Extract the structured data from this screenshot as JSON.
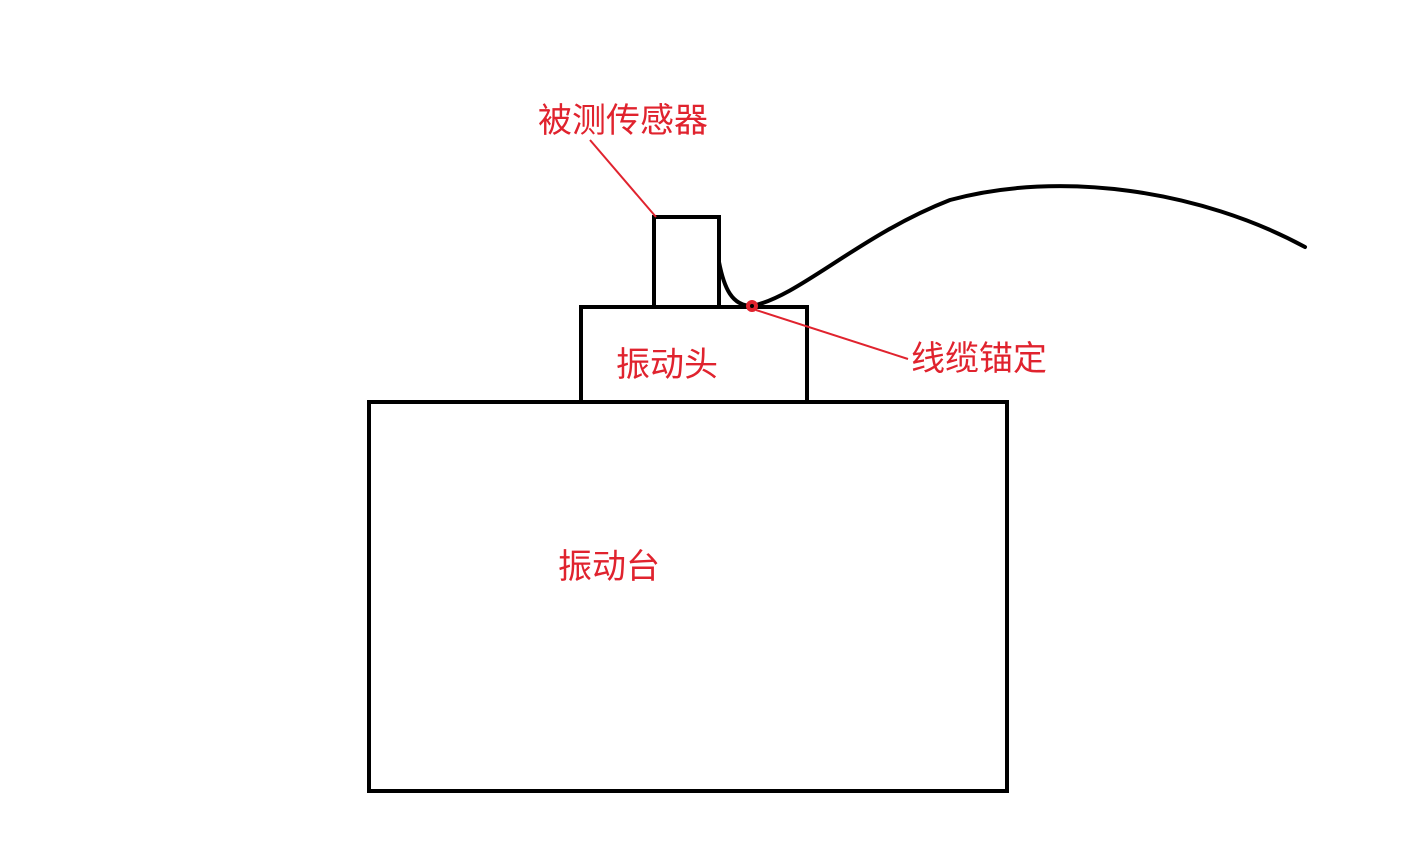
{
  "labels": {
    "sensor": "被测传感器",
    "anchor": "线缆锚定",
    "vibration_head": "振动头",
    "vibration_table": "振动台"
  },
  "colors": {
    "outline": "#000000",
    "annotation": "#e0232e",
    "background": "#ffffff"
  }
}
